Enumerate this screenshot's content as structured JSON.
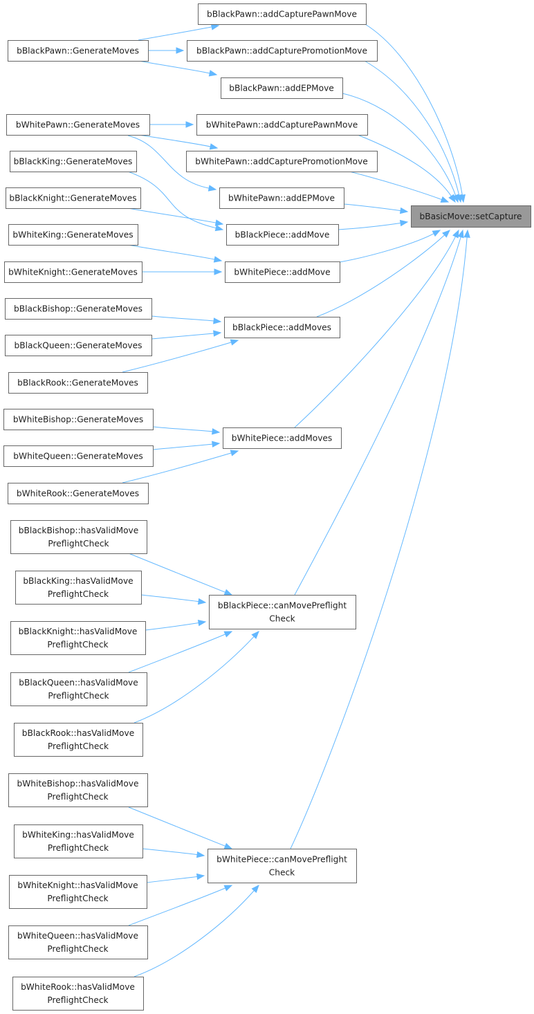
{
  "graph": {
    "kind": "caller-graph",
    "target": "bBasicMove::setCapture",
    "colors": {
      "edge": "#63b8ff",
      "node_border": "#666666",
      "target_fill": "#999999",
      "node_fill": "#ffffff"
    },
    "nodes": {
      "n0": {
        "lines": [
          "bBasicMove::setCapture"
        ]
      },
      "n1": {
        "lines": [
          "bBlackPawn::addCapturePawnMove"
        ]
      },
      "n2": {
        "lines": [
          "bBlackPawn::addCapturePromotionMove"
        ]
      },
      "n3": {
        "lines": [
          "bBlackPawn::addEPMove"
        ]
      },
      "n4": {
        "lines": [
          "bWhitePawn::addCapturePawnMove"
        ]
      },
      "n5": {
        "lines": [
          "bWhitePawn::addCapturePromotionMove"
        ]
      },
      "n6": {
        "lines": [
          "bWhitePawn::addEPMove"
        ]
      },
      "n7": {
        "lines": [
          "bBlackPiece::addMove"
        ]
      },
      "n8": {
        "lines": [
          "bWhitePiece::addMove"
        ]
      },
      "n9": {
        "lines": [
          "bBlackPiece::addMoves"
        ]
      },
      "n10": {
        "lines": [
          "bWhitePiece::addMoves"
        ]
      },
      "n11": {
        "lines": [
          "bBlackPiece::canMovePreflight",
          "Check"
        ]
      },
      "n12": {
        "lines": [
          "bWhitePiece::canMovePreflight",
          "Check"
        ]
      },
      "n13": {
        "lines": [
          "bBlackPawn::GenerateMoves"
        ]
      },
      "n14": {
        "lines": [
          "bWhitePawn::GenerateMoves"
        ]
      },
      "n15": {
        "lines": [
          "bBlackKing::GenerateMoves"
        ]
      },
      "n16": {
        "lines": [
          "bBlackKnight::GenerateMoves"
        ]
      },
      "n17": {
        "lines": [
          "bWhiteKing::GenerateMoves"
        ]
      },
      "n18": {
        "lines": [
          "bWhiteKnight::GenerateMoves"
        ]
      },
      "n19": {
        "lines": [
          "bBlackBishop::GenerateMoves"
        ]
      },
      "n20": {
        "lines": [
          "bBlackQueen::GenerateMoves"
        ]
      },
      "n21": {
        "lines": [
          "bBlackRook::GenerateMoves"
        ]
      },
      "n22": {
        "lines": [
          "bWhiteBishop::GenerateMoves"
        ]
      },
      "n23": {
        "lines": [
          "bWhiteQueen::GenerateMoves"
        ]
      },
      "n24": {
        "lines": [
          "bWhiteRook::GenerateMoves"
        ]
      },
      "n25": {
        "lines": [
          "bBlackBishop::hasValidMove",
          "PreflightCheck"
        ]
      },
      "n26": {
        "lines": [
          "bBlackKing::hasValidMove",
          "PreflightCheck"
        ]
      },
      "n27": {
        "lines": [
          "bBlackKnight::hasValidMove",
          "PreflightCheck"
        ]
      },
      "n28": {
        "lines": [
          "bBlackQueen::hasValidMove",
          "PreflightCheck"
        ]
      },
      "n29": {
        "lines": [
          "bBlackRook::hasValidMove",
          "PreflightCheck"
        ]
      },
      "n30": {
        "lines": [
          "bWhiteBishop::hasValidMove",
          "PreflightCheck"
        ]
      },
      "n31": {
        "lines": [
          "bWhiteKing::hasValidMove",
          "PreflightCheck"
        ]
      },
      "n32": {
        "lines": [
          "bWhiteKnight::hasValidMove",
          "PreflightCheck"
        ]
      },
      "n33": {
        "lines": [
          "bWhiteQueen::hasValidMove",
          "PreflightCheck"
        ]
      },
      "n34": {
        "lines": [
          "bWhiteRook::hasValidMove",
          "PreflightCheck"
        ]
      }
    },
    "edges": [
      [
        "n1",
        "n0"
      ],
      [
        "n2",
        "n0"
      ],
      [
        "n3",
        "n0"
      ],
      [
        "n4",
        "n0"
      ],
      [
        "n5",
        "n0"
      ],
      [
        "n6",
        "n0"
      ],
      [
        "n7",
        "n0"
      ],
      [
        "n8",
        "n0"
      ],
      [
        "n9",
        "n0"
      ],
      [
        "n10",
        "n0"
      ],
      [
        "n11",
        "n0"
      ],
      [
        "n12",
        "n0"
      ],
      [
        "n13",
        "n1"
      ],
      [
        "n13",
        "n2"
      ],
      [
        "n13",
        "n3"
      ],
      [
        "n14",
        "n4"
      ],
      [
        "n14",
        "n5"
      ],
      [
        "n14",
        "n6"
      ],
      [
        "n15",
        "n7"
      ],
      [
        "n16",
        "n7"
      ],
      [
        "n17",
        "n8"
      ],
      [
        "n18",
        "n8"
      ],
      [
        "n19",
        "n9"
      ],
      [
        "n20",
        "n9"
      ],
      [
        "n21",
        "n9"
      ],
      [
        "n22",
        "n10"
      ],
      [
        "n23",
        "n10"
      ],
      [
        "n24",
        "n10"
      ],
      [
        "n25",
        "n11"
      ],
      [
        "n26",
        "n11"
      ],
      [
        "n27",
        "n11"
      ],
      [
        "n28",
        "n11"
      ],
      [
        "n29",
        "n11"
      ],
      [
        "n30",
        "n12"
      ],
      [
        "n31",
        "n12"
      ],
      [
        "n32",
        "n12"
      ],
      [
        "n33",
        "n12"
      ],
      [
        "n34",
        "n12"
      ]
    ]
  }
}
